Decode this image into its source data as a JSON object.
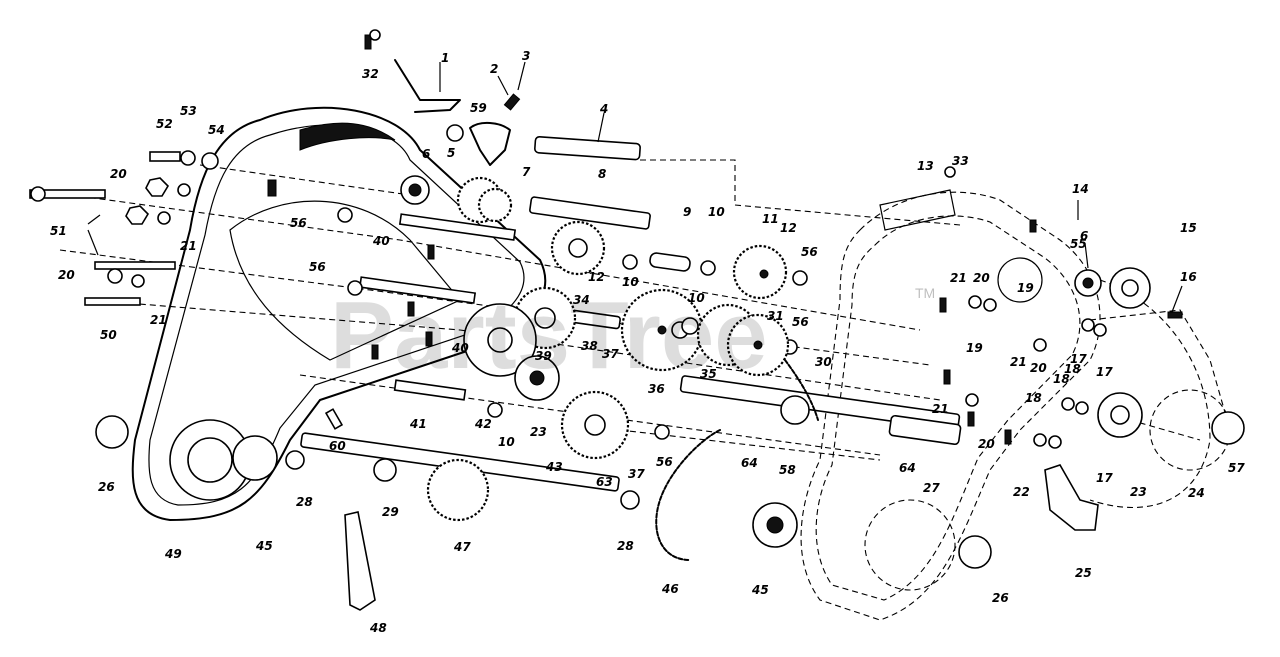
{
  "watermark": {
    "text": "PartsTree",
    "mark": "TM"
  },
  "diagram": {
    "callouts": [
      {
        "id": "c-1",
        "text": "1"
      },
      {
        "id": "c-2",
        "text": "2"
      },
      {
        "id": "c-3",
        "text": "3"
      },
      {
        "id": "c-4",
        "text": "4"
      },
      {
        "id": "c-5",
        "text": "5"
      },
      {
        "id": "c-6a",
        "text": "6"
      },
      {
        "id": "c-6b",
        "text": "6"
      },
      {
        "id": "c-7",
        "text": "7"
      },
      {
        "id": "c-8",
        "text": "8"
      },
      {
        "id": "c-9",
        "text": "9"
      },
      {
        "id": "c-10a",
        "text": "10"
      },
      {
        "id": "c-10b",
        "text": "10"
      },
      {
        "id": "c-10c",
        "text": "10"
      },
      {
        "id": "c-10d",
        "text": "10"
      },
      {
        "id": "c-11",
        "text": "11"
      },
      {
        "id": "c-12a",
        "text": "12"
      },
      {
        "id": "c-12b",
        "text": "12"
      },
      {
        "id": "c-13",
        "text": "13"
      },
      {
        "id": "c-14",
        "text": "14"
      },
      {
        "id": "c-15",
        "text": "15"
      },
      {
        "id": "c-16",
        "text": "16"
      },
      {
        "id": "c-17a",
        "text": "17"
      },
      {
        "id": "c-17b",
        "text": "17"
      },
      {
        "id": "c-17c",
        "text": "17"
      },
      {
        "id": "c-18a",
        "text": "18"
      },
      {
        "id": "c-18b",
        "text": "18"
      },
      {
        "id": "c-18c",
        "text": "18"
      },
      {
        "id": "c-19a",
        "text": "19"
      },
      {
        "id": "c-19b",
        "text": "19"
      },
      {
        "id": "c-20a",
        "text": "20"
      },
      {
        "id": "c-20b",
        "text": "20"
      },
      {
        "id": "c-20c",
        "text": "20"
      },
      {
        "id": "c-20d",
        "text": "20"
      },
      {
        "id": "c-20e",
        "text": "20"
      },
      {
        "id": "c-21a",
        "text": "21"
      },
      {
        "id": "c-21b",
        "text": "21"
      },
      {
        "id": "c-21c",
        "text": "21"
      },
      {
        "id": "c-21d",
        "text": "21"
      },
      {
        "id": "c-21e",
        "text": "21"
      },
      {
        "id": "c-22",
        "text": "22"
      },
      {
        "id": "c-23a",
        "text": "23"
      },
      {
        "id": "c-23b",
        "text": "23"
      },
      {
        "id": "c-24",
        "text": "24"
      },
      {
        "id": "c-25",
        "text": "25"
      },
      {
        "id": "c-26a",
        "text": "26"
      },
      {
        "id": "c-26b",
        "text": "26"
      },
      {
        "id": "c-27",
        "text": "27"
      },
      {
        "id": "c-28a",
        "text": "28"
      },
      {
        "id": "c-28b",
        "text": "28"
      },
      {
        "id": "c-29",
        "text": "29"
      },
      {
        "id": "c-30",
        "text": "30"
      },
      {
        "id": "c-31",
        "text": "31"
      },
      {
        "id": "c-32",
        "text": "32"
      },
      {
        "id": "c-33",
        "text": "33"
      },
      {
        "id": "c-34",
        "text": "34"
      },
      {
        "id": "c-35",
        "text": "35"
      },
      {
        "id": "c-36",
        "text": "36"
      },
      {
        "id": "c-37a",
        "text": "37"
      },
      {
        "id": "c-37b",
        "text": "37"
      },
      {
        "id": "c-38",
        "text": "38"
      },
      {
        "id": "c-39",
        "text": "39"
      },
      {
        "id": "c-40a",
        "text": "40"
      },
      {
        "id": "c-40b",
        "text": "40"
      },
      {
        "id": "c-41",
        "text": "41"
      },
      {
        "id": "c-42",
        "text": "42"
      },
      {
        "id": "c-43",
        "text": "43"
      },
      {
        "id": "c-45a",
        "text": "45"
      },
      {
        "id": "c-45b",
        "text": "45"
      },
      {
        "id": "c-46",
        "text": "46"
      },
      {
        "id": "c-47",
        "text": "47"
      },
      {
        "id": "c-48",
        "text": "48"
      },
      {
        "id": "c-49",
        "text": "49"
      },
      {
        "id": "c-50",
        "text": "50"
      },
      {
        "id": "c-51",
        "text": "51"
      },
      {
        "id": "c-52",
        "text": "52"
      },
      {
        "id": "c-53",
        "text": "53"
      },
      {
        "id": "c-54",
        "text": "54"
      },
      {
        "id": "c-55",
        "text": "55"
      },
      {
        "id": "c-56a",
        "text": "56"
      },
      {
        "id": "c-56b",
        "text": "56"
      },
      {
        "id": "c-56c",
        "text": "56"
      },
      {
        "id": "c-56d",
        "text": "56"
      },
      {
        "id": "c-56e",
        "text": "56"
      },
      {
        "id": "c-57",
        "text": "57"
      },
      {
        "id": "c-58",
        "text": "58"
      },
      {
        "id": "c-59",
        "text": "59"
      },
      {
        "id": "c-60",
        "text": "60"
      },
      {
        "id": "c-63",
        "text": "63"
      },
      {
        "id": "c-64a",
        "text": "64"
      },
      {
        "id": "c-64b",
        "text": "64"
      }
    ]
  }
}
